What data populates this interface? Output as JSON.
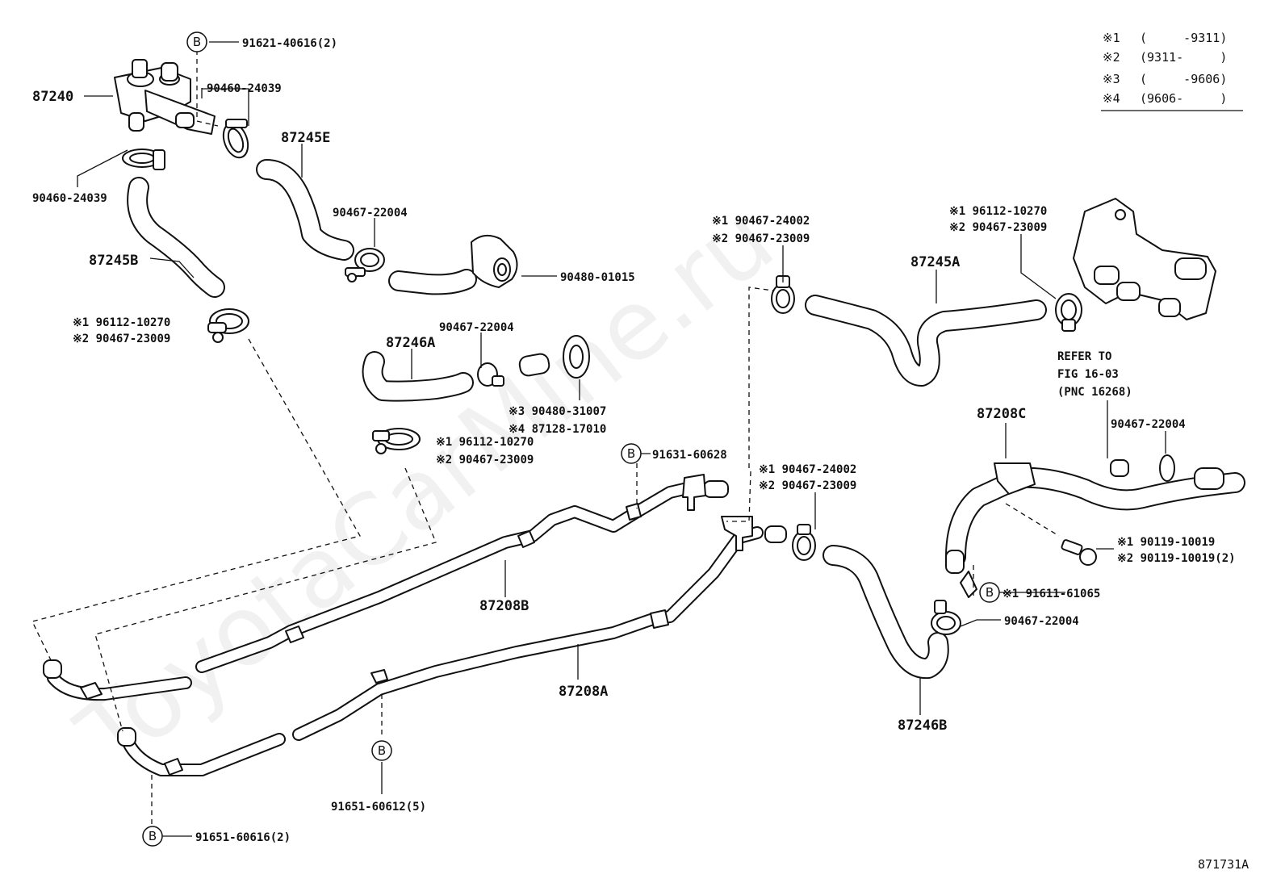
{
  "legend": [
    {
      "mark": "※1",
      "range": "(     -9311)"
    },
    {
      "mark": "※2",
      "range": "(9311-     )"
    },
    {
      "mark": "※3",
      "range": "(     -9606)"
    },
    {
      "mark": "※4",
      "range": "(9606-     )"
    }
  ],
  "badge_letter": "B",
  "watermark": "ToyotaCarMine.ru",
  "figure_code": "871731A",
  "refer_note": [
    "REFER TO",
    "FIG 16-03",
    "(PNC 16268)"
  ],
  "labels": {
    "p87240": "87240",
    "p91621_40616": "91621-40616(2)",
    "p90460_24039_top": "90460-24039",
    "p87245E": "87245E",
    "p90460_24039_left": "90460-24039",
    "p90467_22004_a": "90467-22004",
    "p87245B": "87245B",
    "p90480_01015": "90480-01015",
    "c1_96112_left": "※1 96112-10270",
    "c2_90467_left": "※2 90467-23009",
    "p90467_22004_b": "90467-22004",
    "p87246A": "87246A",
    "c3_90480_31007": "※3 90480-31007",
    "c4_87128_17010": "※4 87128-17010",
    "c1_96112_mid": "※1 96112-10270",
    "c2_90467_mid": "※2 90467-23009",
    "p91631_60628": "91631-60628",
    "c1_90467_24002_top": "※1 90467-24002",
    "c2_90467_23009_top": "※2 90467-23009",
    "p87245A": "87245A",
    "c1_96112_right": "※1 96112-10270",
    "c2_90467_right": "※2 90467-23009",
    "p87208C": "87208C",
    "p90467_22004_c": "90467-22004",
    "c1_90467_24002_mid": "※1 90467-24002",
    "c2_90467_23009_mid": "※2 90467-23009",
    "c1_90119": "※1 90119-10019",
    "c2_90119": "※2 90119-10019(2)",
    "c1_91611": "※1 91611-61065",
    "p90467_22004_d": "90467-22004",
    "p87208B": "87208B",
    "p87208A": "87208A",
    "p87246B": "87246B",
    "p91651_60612": "91651-60612(5)",
    "p91651_60616": "91651-60616(2)"
  }
}
